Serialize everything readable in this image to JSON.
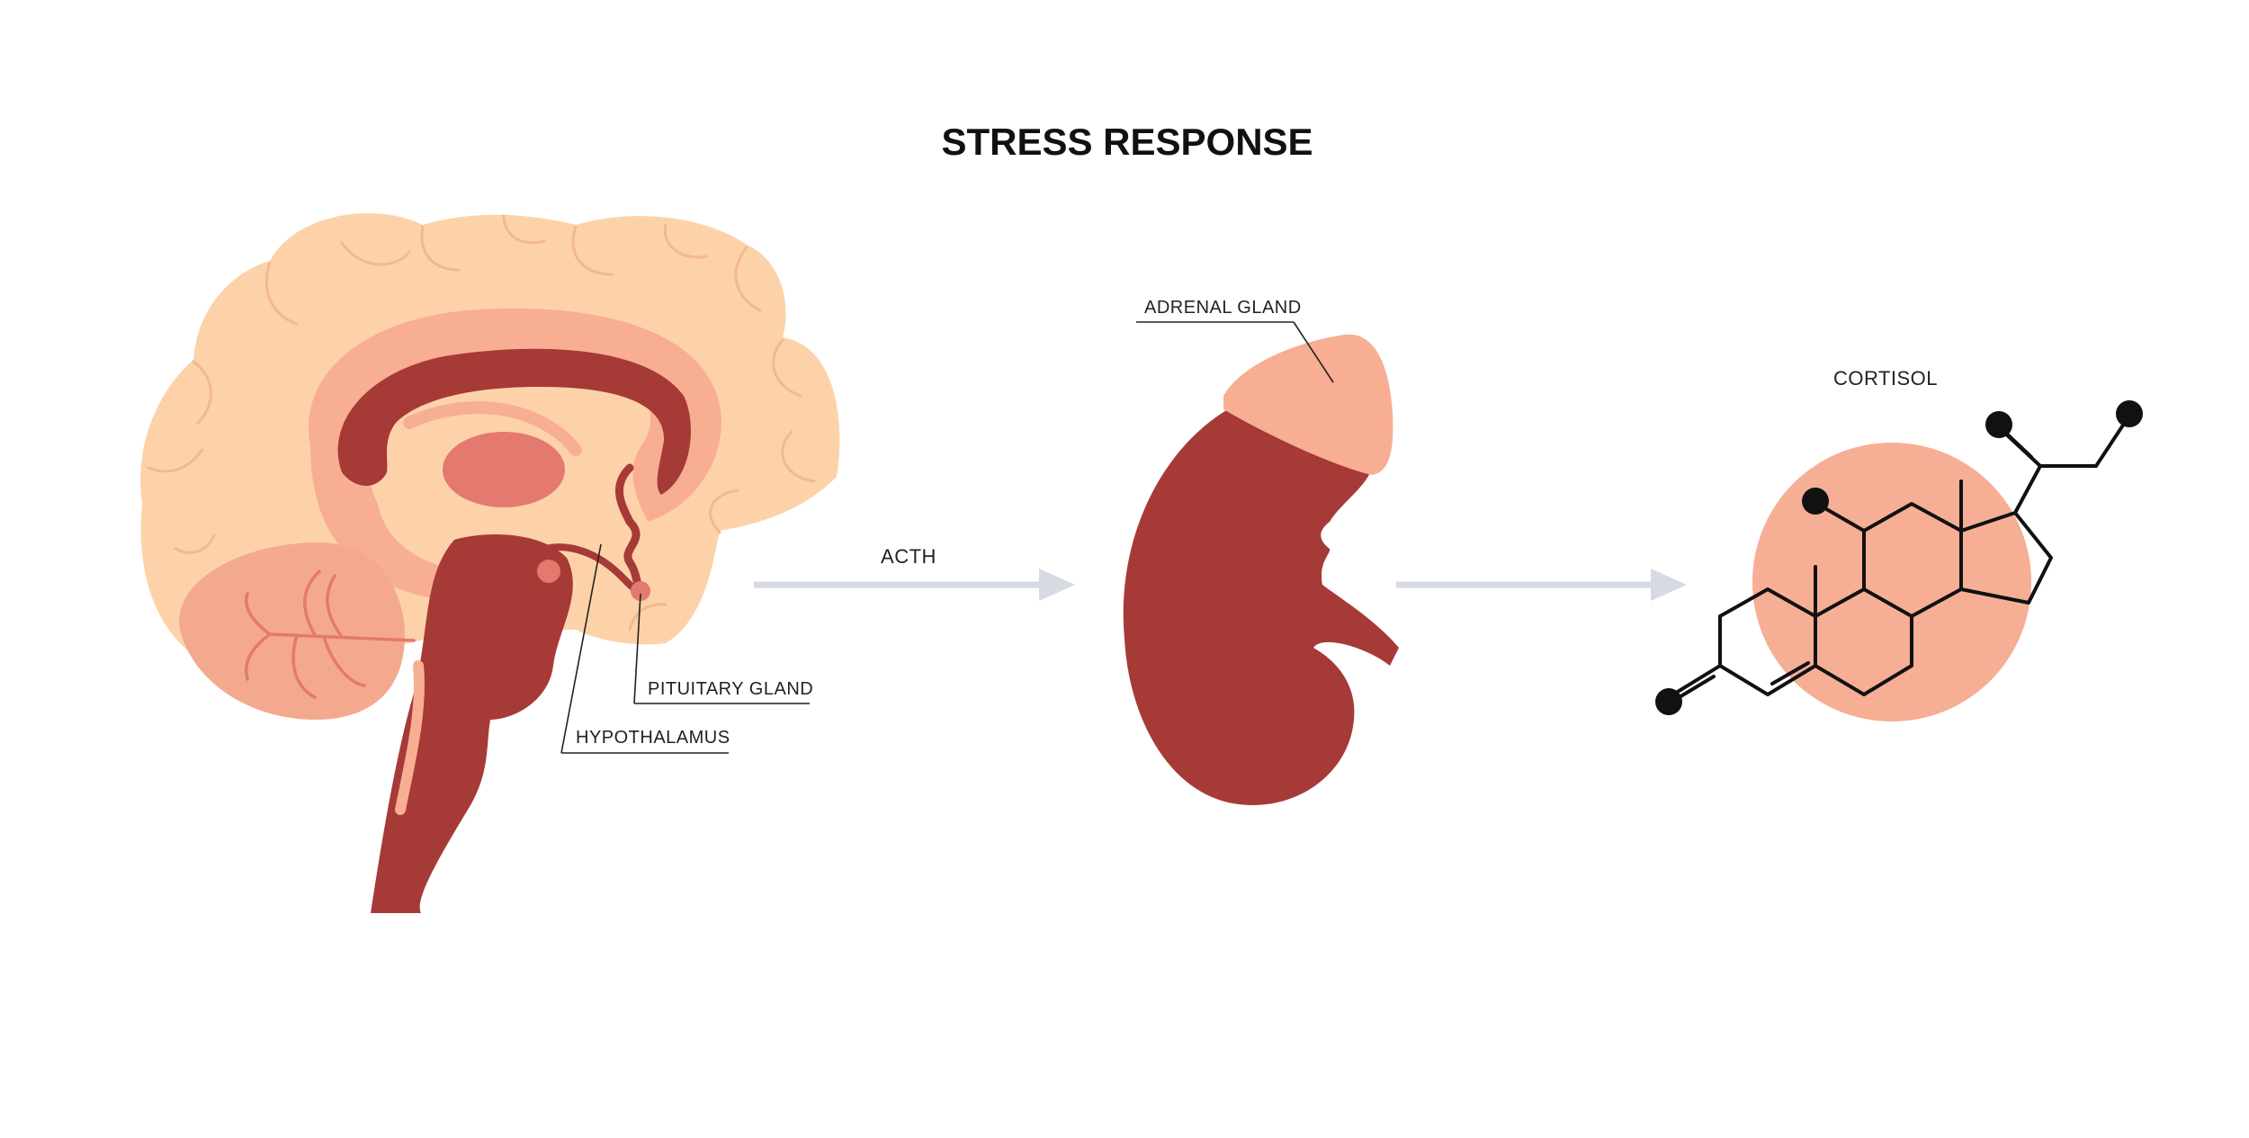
{
  "title": "STRESS RESPONSE",
  "labels": {
    "hypothalamus": "HYPOTHALAMUS",
    "pituitary": "PITUITARY GLAND",
    "acth": "ACTH",
    "adrenal": "ADRENAL GLAND",
    "cortisol": "CORTISOL"
  },
  "colors": {
    "cerebrum": "#FDD2A9",
    "cerebrum_fold": "#F2B894",
    "limbic": "#F7AE93",
    "dark": "#A63A37",
    "thalamus": "#E3796F",
    "cerebellum": "#F4A98E",
    "arrow": "#D6DBE3",
    "molecule_disc": "#F6AE95",
    "bond": "#111111"
  },
  "icons": {
    "brain": "brain-sagittal-icon",
    "kidney": "kidney-icon",
    "molecule": "cortisol-molecule-icon"
  }
}
